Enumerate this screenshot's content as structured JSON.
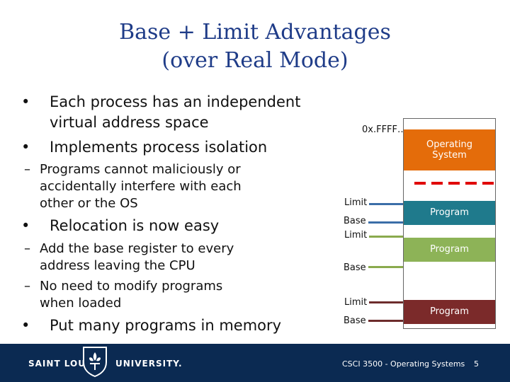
{
  "slide": {
    "title_line1": "Base + Limit Advantages",
    "title_line2": "(over Real Mode)"
  },
  "bullets": {
    "b1_line1": "Each process has an independent",
    "b1_line2": "virtual address space",
    "b2": "Implements process isolation",
    "b2_sub_line1": "Programs cannot maliciously or",
    "b2_sub_line2": "accidentally interfere with each",
    "b2_sub_line3": "other or the OS",
    "b3": "Relocation is now easy",
    "b3_sub1_line1": "Add the base register to every",
    "b3_sub1_line2": "address leaving the CPU",
    "b3_sub2_line1": "No need to modify programs",
    "b3_sub2_line2": "when loaded",
    "b4": "Put many programs in memory",
    "bullet_char": "•",
    "dash_char": "–"
  },
  "diagram": {
    "top_address": "0x.FFFF…",
    "os_label_line1": "Operating",
    "os_label_line2": "System",
    "program_label": "Program",
    "limit_label": "Limit",
    "base_label": "Base",
    "colors": {
      "os": "#e46c0a",
      "program1": "#1f7a8c",
      "program2": "#8db357",
      "program3": "#7b2a2a",
      "dashed": "#e00000",
      "line_blue": "#3b6ea8",
      "line_green": "#8aaa4d",
      "line_brown": "#6d2c2c"
    }
  },
  "footer": {
    "university_left": "SAINT LOUIS",
    "university_right": "UNIVERSITY.",
    "course": "CSCI 3500 - Operating Systems",
    "page": "5",
    "bg_color": "#0b2a52"
  }
}
